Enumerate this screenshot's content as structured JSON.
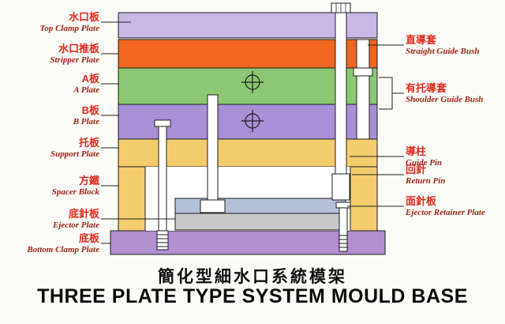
{
  "title": {
    "zh": "簡化型細水口系統模架",
    "en": "THREE PLATE TYPE SYSTEM MOULD BASE"
  },
  "labels_left": [
    {
      "zh": "水口板",
      "en": "Top Clamp Plate"
    },
    {
      "zh": "水口推板",
      "en": "Stripper Plate"
    },
    {
      "zh": "A板",
      "en": "A Plate"
    },
    {
      "zh": "B板",
      "en": "B Plate"
    },
    {
      "zh": "托板",
      "en": "Support Plate"
    },
    {
      "zh": "方鐵",
      "en": "Spacer Block"
    },
    {
      "zh": "底針板",
      "en": "Ejector Plate"
    },
    {
      "zh": "底板",
      "en": "Bottom Clamp Plate"
    }
  ],
  "labels_right": [
    {
      "zh": "直導套",
      "en": "Straight Guide Bush"
    },
    {
      "zh": "有托導套",
      "en": "Shoulder Guide Bush"
    },
    {
      "zh": "導柱",
      "en": "Guide Pin"
    },
    {
      "zh": "回針",
      "en": "Return Pin"
    },
    {
      "zh": "面針板",
      "en": "Ejector Retainer Plate"
    }
  ],
  "colors": {
    "top_clamp": "#c9b7e6",
    "stripper": "#f2661f",
    "a_plate": "#8cc873",
    "b_plate": "#a98fd6",
    "support": "#f3cd6d",
    "spacer": "#f3cd6d",
    "ejector_retainer": "#b4c0d8",
    "ejector_plate": "#c8c8c8",
    "bottom_clamp": "#b28fd0",
    "pin_fill": "#ffffff",
    "outline": "#1c1c1c",
    "label_zh": "#e02a1c",
    "label_en": "#9c1f14",
    "title": "#0a0a0a"
  }
}
